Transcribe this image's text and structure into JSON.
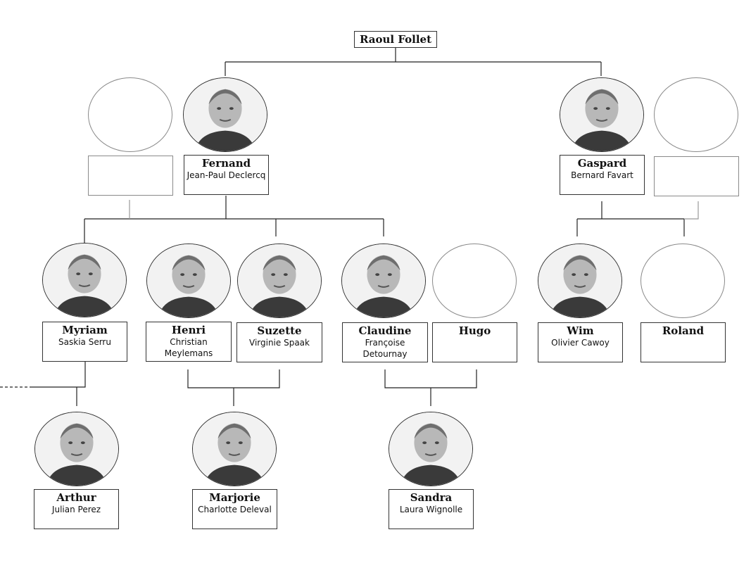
{
  "root": {
    "name": "Raoul Follet"
  },
  "members": [
    {
      "id": "fernand-spouse",
      "role": "",
      "actor": "",
      "photo": false
    },
    {
      "id": "fernand",
      "role": "Fernand",
      "actor": "Jean-Paul Declercq",
      "photo": true
    },
    {
      "id": "gaspard",
      "role": "Gaspard",
      "actor": "Bernard Favart",
      "photo": true
    },
    {
      "id": "gaspard-spouse",
      "role": "",
      "actor": "",
      "photo": false
    },
    {
      "id": "myriam",
      "role": "Myriam",
      "actor": "Saskia Serru",
      "photo": true
    },
    {
      "id": "henri",
      "role": "Henri",
      "actor": "Christian Meylemans",
      "photo": true
    },
    {
      "id": "suzette",
      "role": "Suzette",
      "actor": "Virginie Spaak",
      "photo": true
    },
    {
      "id": "claudine",
      "role": "Claudine",
      "actor": "Françoise Detournay",
      "photo": true
    },
    {
      "id": "hugo",
      "role": "Hugo",
      "actor": "",
      "photo": false
    },
    {
      "id": "wim",
      "role": "Wim",
      "actor": "Olivier Cawoy",
      "photo": true
    },
    {
      "id": "roland",
      "role": "Roland",
      "actor": "",
      "photo": false
    },
    {
      "id": "arthur",
      "role": "Arthur",
      "actor": "Julian Perez",
      "photo": true
    },
    {
      "id": "marjorie",
      "role": "Marjorie",
      "actor": "Charlotte Deleval",
      "photo": true
    },
    {
      "id": "sandra",
      "role": "Sandra",
      "actor": "Laura Wignolle",
      "photo": true
    }
  ]
}
